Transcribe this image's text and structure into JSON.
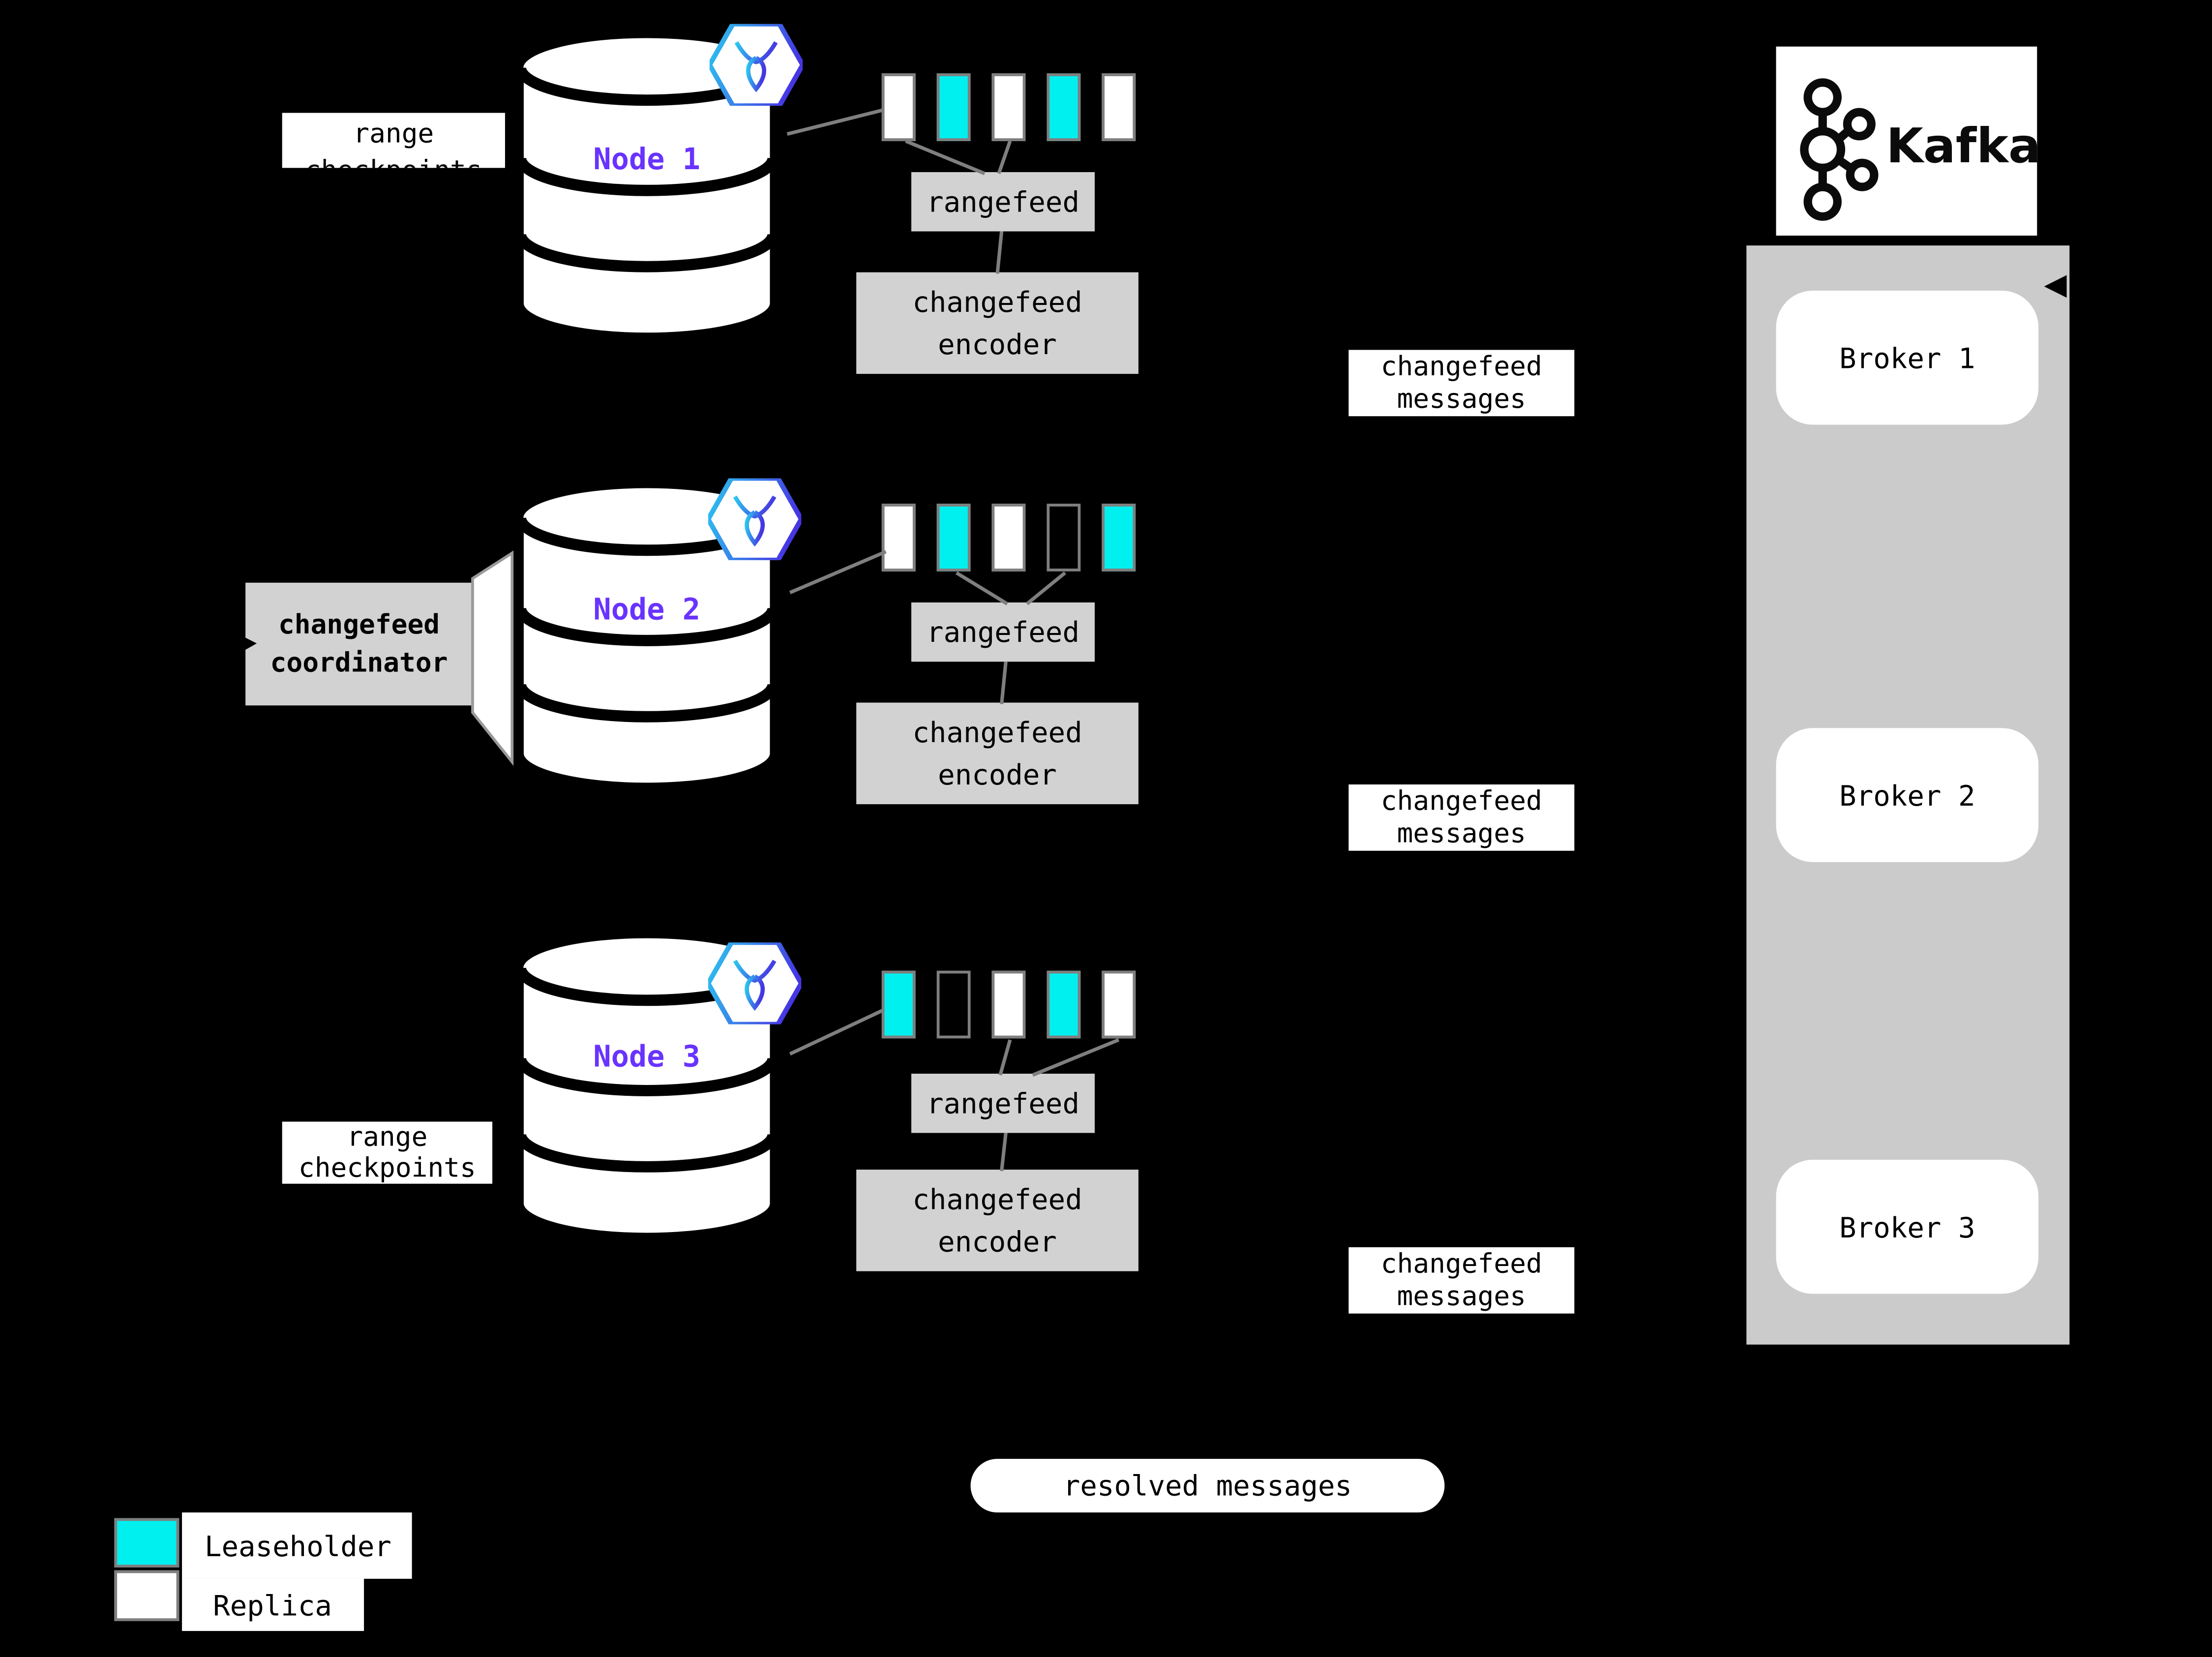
{
  "nodes": [
    {
      "name": "Node 1",
      "rangefeed_label": "rangefeed",
      "encoder_label": "changefeed encoder",
      "messages_label": "changefeed messages",
      "ranges": [
        "replica",
        "leaseholder",
        "replica",
        "leaseholder",
        "replica"
      ]
    },
    {
      "name": "Node 2",
      "rangefeed_label": "rangefeed",
      "encoder_label": "changefeed encoder",
      "messages_label": "changefeed messages",
      "ranges": [
        "replica",
        "leaseholder",
        "replica",
        "empty",
        "leaseholder"
      ]
    },
    {
      "name": "Node 3",
      "rangefeed_label": "rangefeed",
      "encoder_label": "changefeed encoder",
      "messages_label": "changefeed messages",
      "ranges": [
        "leaseholder",
        "empty",
        "replica",
        "leaseholder",
        "replica"
      ]
    }
  ],
  "labels": {
    "range_checkpoints_top": "range checkpoints",
    "range_checkpoints_bottom": "range checkpoints",
    "coordinator": "changefeed coordinator",
    "resolved_messages": "resolved messages"
  },
  "kafka": {
    "brand": "Kafka",
    "brokers": [
      {
        "label": "Broker 1"
      },
      {
        "label": "Broker 2"
      },
      {
        "label": "Broker 3"
      }
    ]
  },
  "legend": {
    "items": [
      {
        "kind": "leaseholder",
        "label": "Leaseholder"
      },
      {
        "kind": "replica",
        "label": "Replica"
      }
    ]
  },
  "colors": {
    "background": "#000000",
    "leaseholder": "#00EFEF",
    "replica": "#FFFFFF",
    "node_label": "#6933FF",
    "panel_gray": "#D2D2D2",
    "kafka_panel_gray": "#CBCBCB",
    "connector_gray": "#7F7F7F",
    "range_border": "#7F7F7F"
  }
}
